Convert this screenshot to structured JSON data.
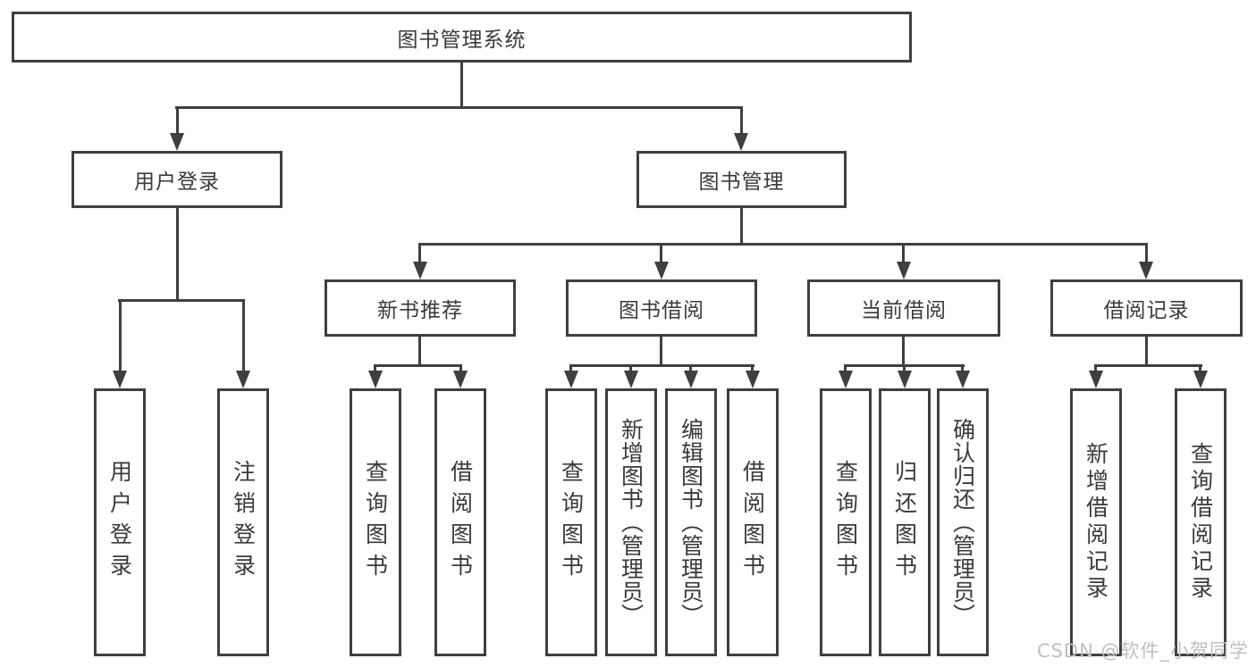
{
  "diagram": {
    "type": "hierarchy",
    "root": {
      "label": "图书管理系统"
    },
    "branches": [
      {
        "label": "用户登录",
        "children": [
          {
            "label": "用户登录"
          },
          {
            "label": "注销登录"
          }
        ]
      },
      {
        "label": "图书管理",
        "children": [
          {
            "label": "新书推荐",
            "children": [
              {
                "label": "查询图书"
              },
              {
                "label": "借阅图书"
              }
            ]
          },
          {
            "label": "图书借阅",
            "children": [
              {
                "label": "查询图书"
              },
              {
                "label": "新增图书（管理员）"
              },
              {
                "label": "编辑图书（管理员）"
              },
              {
                "label": "借阅图书"
              }
            ]
          },
          {
            "label": "当前借阅",
            "children": [
              {
                "label": "查询图书"
              },
              {
                "label": "归还图书"
              },
              {
                "label": "确认归还（管理员）"
              }
            ]
          },
          {
            "label": "借阅记录",
            "children": [
              {
                "label": "新增借阅记录"
              },
              {
                "label": "查询借阅记录"
              }
            ]
          }
        ]
      }
    ]
  },
  "watermark": {
    "text": "CSDN @软件_小贺同学"
  },
  "colors": {
    "line": "#3f3f3f",
    "text": "#3a3a3a",
    "watermark": "#bfbfbf",
    "background": "#ffffff"
  }
}
